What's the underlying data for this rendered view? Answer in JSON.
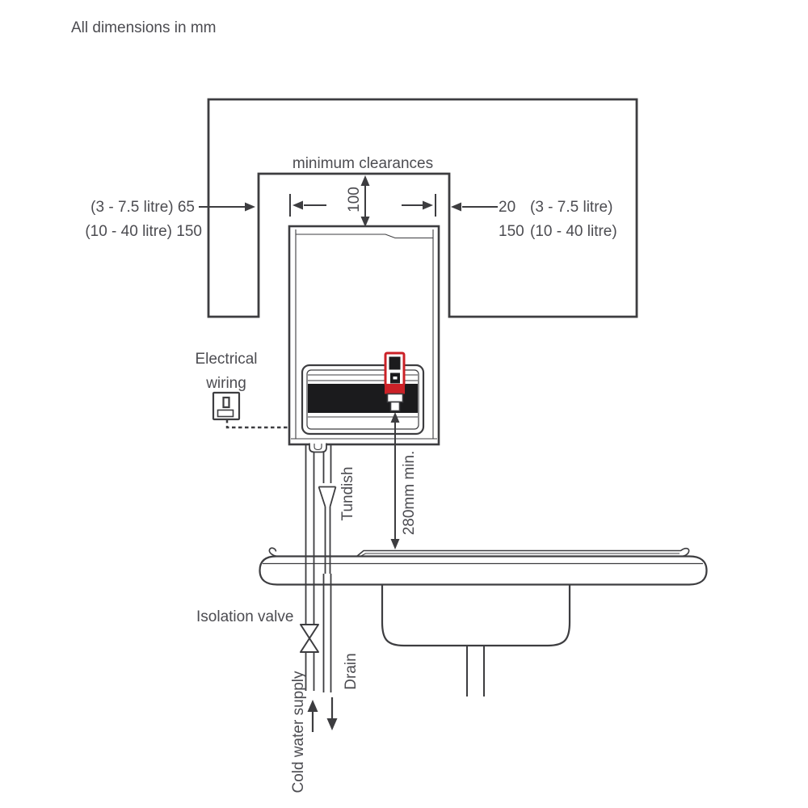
{
  "title": "All dimensions in mm",
  "clearance": {
    "heading": "minimum clearances",
    "top_value": "100",
    "left_lines": [
      "(3 - 7.5 litre) 65",
      "(10 - 40 litre) 150"
    ],
    "right_values": [
      "20",
      "150"
    ],
    "right_qualifiers": [
      "(3 - 7.5 litre)",
      "(10 - 40 litre)"
    ]
  },
  "annotations": {
    "electrical_line1": "Electrical",
    "electrical_line2": "wiring",
    "tundish": "Tundish",
    "height_min": "280mm min.",
    "isolation_valve": "Isolation valve",
    "cold_water_supply": "Cold water supply",
    "drain": "Drain"
  },
  "colors": {
    "line": "#3d3d40",
    "text": "#4c4c51",
    "accent_red": "#cb2127",
    "fill_dark": "#1b1b1d"
  }
}
